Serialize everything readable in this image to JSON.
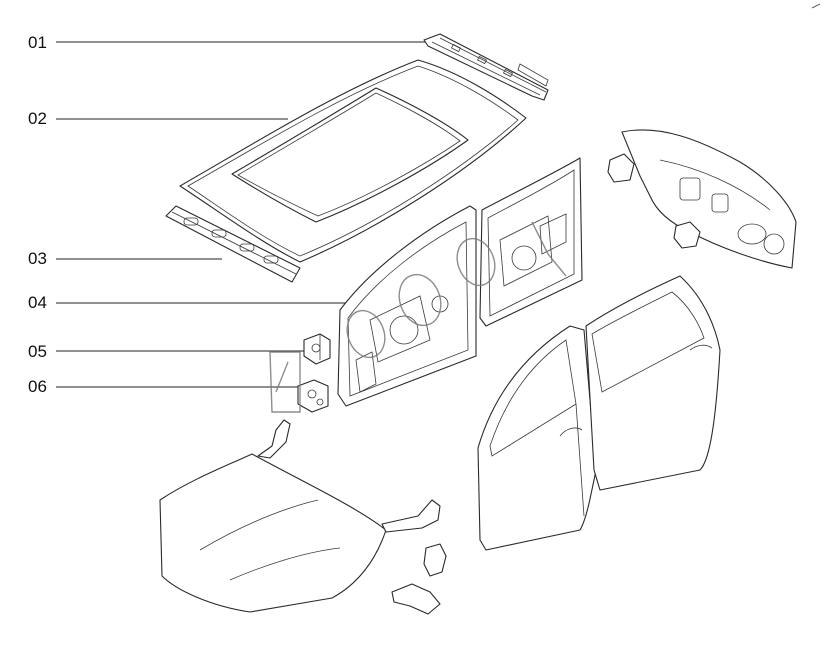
{
  "callouts": [
    {
      "id": "01"
    },
    {
      "id": "02"
    },
    {
      "id": "03"
    },
    {
      "id": "04"
    },
    {
      "id": "05"
    },
    {
      "id": "06"
    }
  ],
  "parts": {
    "roof_rail_front": "roof-front-rail",
    "roof_panel": "roof-panel-with-sunroof",
    "roof_rail_rear": "roof-rear-rail",
    "front_door_inner": "front-door-inner-panel",
    "rear_door_inner": "rear-door-inner-panel",
    "door_hinge_upper": "door-hinge-upper",
    "door_hinge_lower": "door-hinge-lower",
    "hood": "hood-panel",
    "doors_outer": "side-doors-outer",
    "tailgate_inner": "tailgate-inner-panel"
  }
}
